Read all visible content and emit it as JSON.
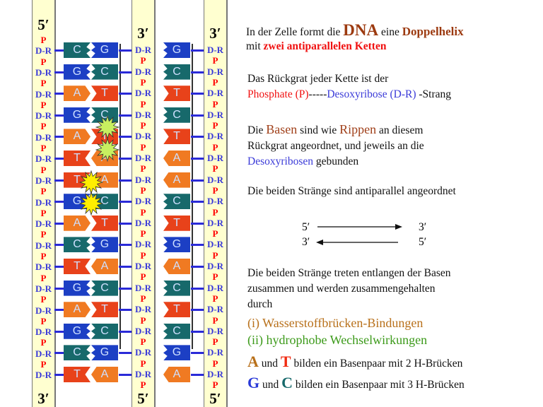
{
  "diagram": {
    "left_strand": {
      "top": "5′",
      "bottom": "3′",
      "unit_top": "P",
      "unit_bottom": "D-R"
    },
    "middle_strand": {
      "top": "3′",
      "bottom": "5′",
      "unit_top": "D-R",
      "unit_bottom": "P"
    },
    "right_strand": {
      "top": "3′",
      "bottom": "5′",
      "unit_top": "D-R",
      "unit_bottom": "P"
    },
    "pairs": [
      [
        "C",
        "G"
      ],
      [
        "G",
        "C"
      ],
      [
        "A",
        "T"
      ],
      [
        "G",
        "C"
      ],
      [
        "A",
        "T"
      ],
      [
        "T",
        "A"
      ],
      [
        "T",
        "A"
      ],
      [
        "G",
        "C"
      ],
      [
        "A",
        "T"
      ],
      [
        "C",
        "G"
      ],
      [
        "T",
        "A"
      ],
      [
        "G",
        "C"
      ],
      [
        "A",
        "T"
      ],
      [
        "G",
        "C"
      ],
      [
        "C",
        "G"
      ],
      [
        "T",
        "A"
      ]
    ],
    "base_colors": {
      "A": "#f07a22",
      "T": "#e8421a",
      "G": "#1c3fc4",
      "C": "#17696b"
    },
    "starburst_colors": {
      "green": "#c8f060",
      "yellow": "#ffee00"
    }
  },
  "text": {
    "l1a": "In der Zelle formt die ",
    "l1b": "DNA",
    "l1c": " eine ",
    "l1d": "Doppelhelix",
    "l2a": "mit ",
    "l2b": "zwei antiparallelen Ketten",
    "l3": "Das Rückgrat jeder Kette ist der",
    "l4a": "Phosphate (P)",
    "l4b": "-----",
    "l4c": "Desoxyribose (D-R) ",
    "l4d": "-Strang",
    "l5a": "Die ",
    "l5b": "Basen",
    "l5c": " sind wie ",
    "l5d": "Rippen",
    "l5e": " an diesem",
    "l6": "Rückgrat angeordnet, und jeweils an die",
    "l7a": "Desoxyribosen",
    "l7b": " gebunden",
    "l8": "Die beiden Stränge sind antiparallel angeordnet",
    "arrow1_from": "5′",
    "arrow1_to": "3′",
    "arrow2_to": "3′",
    "arrow2_from": "5′",
    "l9": "Die beiden Stränge treten entlangen der Basen",
    "l10": "zusammen und werden zusammengehalten",
    "l11": "durch",
    "l12": "(i) Wasserstoffbrücken-Bindungen",
    "l13": "(ii) hydrophobe Wechselwirkungen",
    "l14a": "A",
    "l14b": " und ",
    "l14c": "T",
    "l14d": " bilden ein Basenpaar mit 2 H-Brücken",
    "l15a": "G",
    "l15b": " und ",
    "l15c": "C",
    "l15d": " bilden ein Basenpaar mit 3 H-Brücken"
  }
}
